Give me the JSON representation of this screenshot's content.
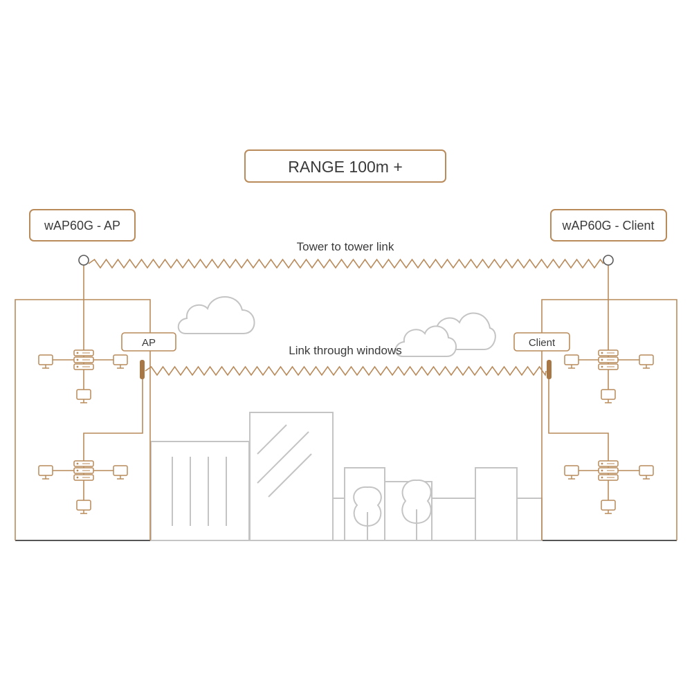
{
  "diagram": {
    "title": "RANGE 100m +",
    "ap_device_label": "wAP60G - AP",
    "client_device_label": "wAP60G - Client",
    "tower_link_label": "Tower to tower link",
    "window_link_label": "Link through windows",
    "ap_window_label": "AP",
    "client_window_label": "Client"
  },
  "colors": {
    "accent": "#b98a5a",
    "building_grey": "#c4c4c4",
    "text": "#3a3a3a"
  }
}
